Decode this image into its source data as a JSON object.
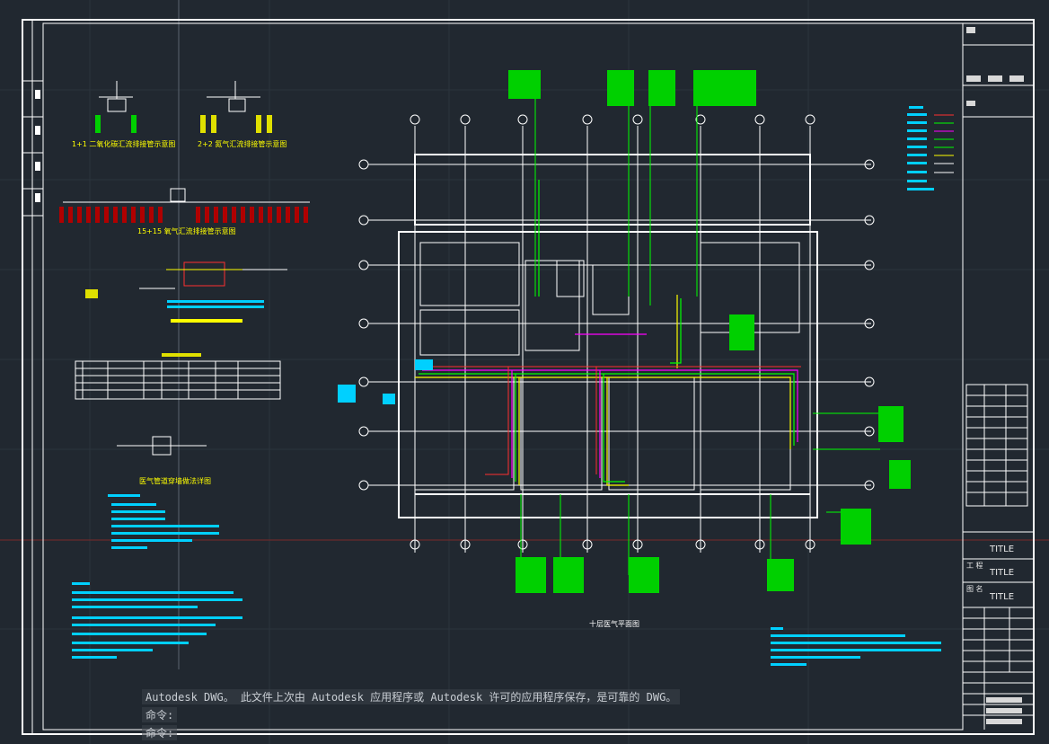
{
  "command_line": {
    "message": "Autodesk DWG。  此文件上次由 Autodesk 应用程序或 Autodesk 许可的应用程序保存，是可靠的 DWG。",
    "prompt_1": "命令:",
    "prompt_2": "命令:"
  },
  "drawing": {
    "plan_title": "十层医气平面图",
    "label_a": "1+1 二氧化碳汇流排接管示意图",
    "label_b": "2+2 氮气汇流排接管示意图",
    "label_c": "15+15 氧气汇流排接管示意图",
    "label_d": "医气管道穿墙做法详图"
  },
  "title_block": {
    "project_label": "工 程",
    "drawing_label": "图 名",
    "project_value": "TITLE",
    "drawing_value": "TITLE",
    "build_value": "TITLE"
  },
  "colors": {
    "background": "#212830",
    "frame": "#ffffff",
    "oxygen": "#ffff00",
    "vacuum": "#00ff00",
    "air": "#ff00ff",
    "leader": "#00d0ff"
  }
}
